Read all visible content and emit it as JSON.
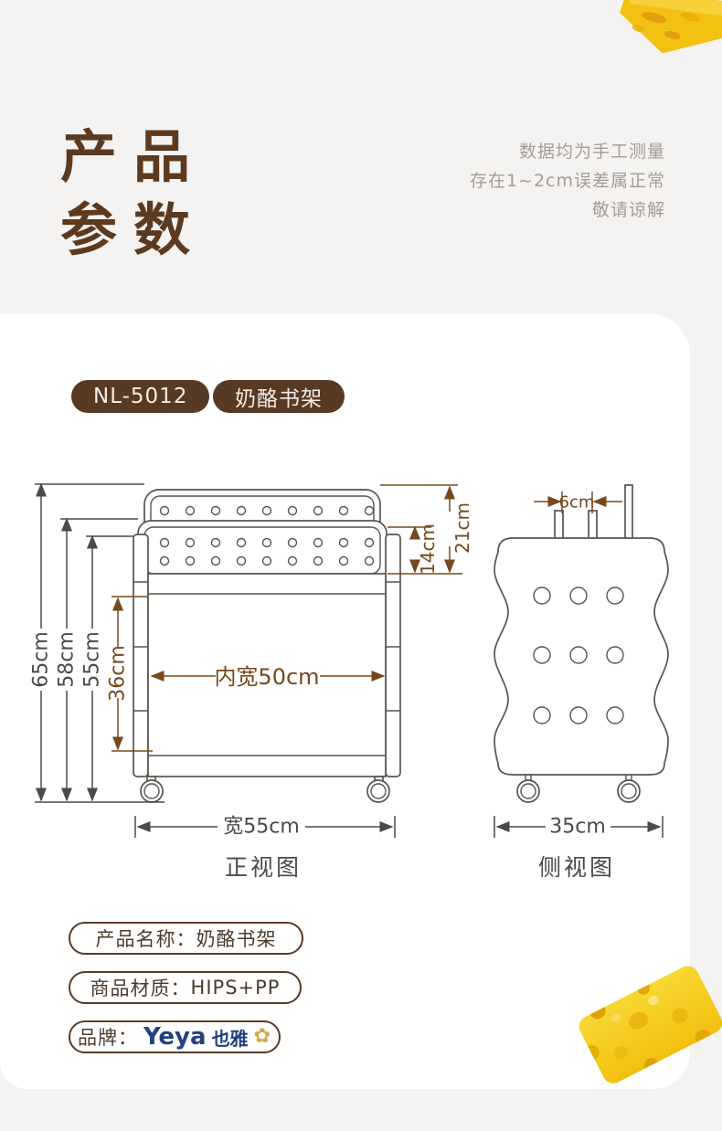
{
  "header": {
    "title_line1": "产品",
    "title_line2": "参数",
    "note_line1": "数据均为手工测量",
    "note_line2": "存在1~2cm误差属正常",
    "note_line3": "敬请谅解"
  },
  "badges": {
    "model": "NL-5012",
    "product": "奶酪书架"
  },
  "front_view": {
    "label": "正视图",
    "dim_65": "65cm",
    "dim_58": "58cm",
    "dim_55": "55cm",
    "dim_36": "36cm",
    "dim_14": "14cm",
    "dim_21": "21cm",
    "dim_inner_width": "内宽50cm",
    "dim_width": "宽55cm"
  },
  "side_view": {
    "label": "侧视图",
    "dim_6": "6cm",
    "dim_35": "35cm"
  },
  "info": {
    "rows": [
      {
        "label": "产品名称：",
        "value": "奶酪书架"
      },
      {
        "label": "商品材质：",
        "value": "HIPS+PP"
      },
      {
        "label": "品牌：",
        "value": "Yeya也雅"
      }
    ],
    "brand_en": "Yeya",
    "brand_cn": "也雅",
    "flower_glyph": "✿"
  },
  "colors": {
    "page_bg": "#f4f3f1",
    "card_bg": "#ffffff",
    "title_brown": "#5b3a20",
    "badge_brown": "#573a24",
    "dim_brown": "#76491d",
    "dim_gray": "#4c4a47",
    "drawing_gray": "#57544e",
    "note_gray": "#a49d96",
    "pill_border_brown": "#5a3a26",
    "brand_navy": "#23417e",
    "brand_gold": "#d2a94e",
    "cheese_yellow": "#f3c713"
  },
  "icons": {
    "flower": "flower-icon",
    "cheese_top": "cheese-wedge-image",
    "cheese_bottom": "cheese-slice-image"
  }
}
